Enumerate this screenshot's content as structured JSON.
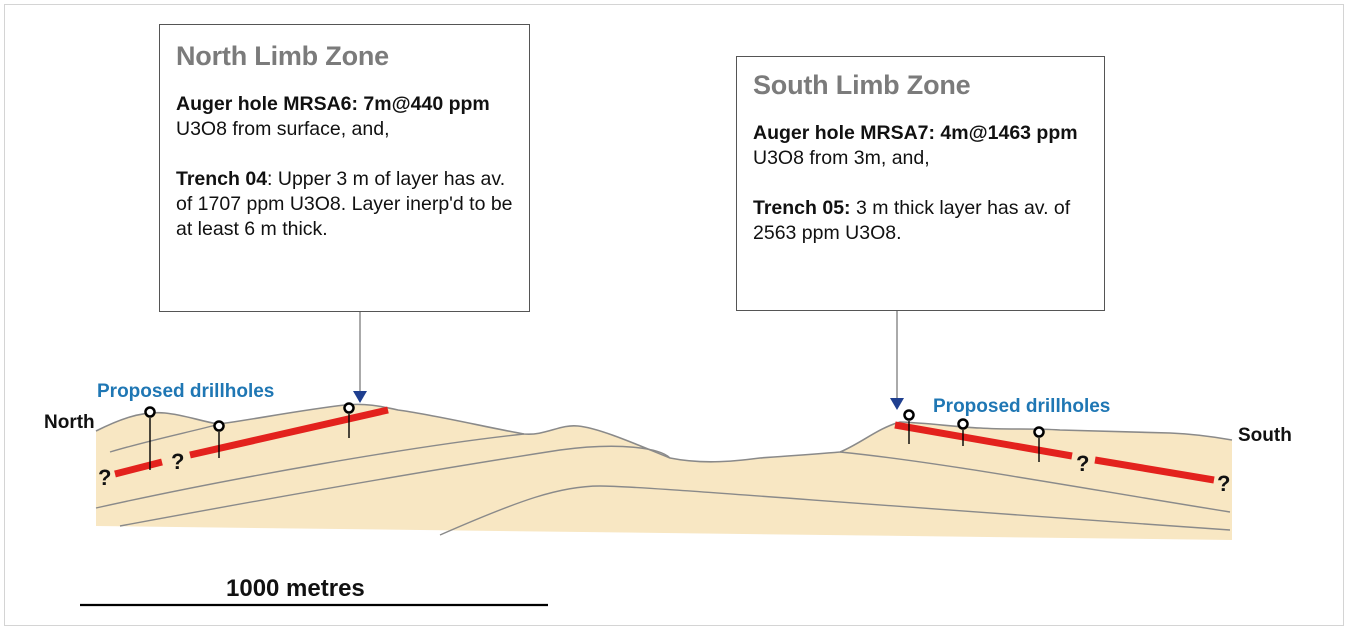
{
  "north_callout": {
    "title": "North Limb Zone",
    "auger_bold": "Auger hole MRSA6: 7m@440 ppm",
    "auger_rest": "U3O8 from surface, and,",
    "trench_bold": "Trench 04",
    "trench_rest": ": Upper 3 m of layer has av. of 1707 ppm U3O8. Layer inerp'd to be at least 6 m thick."
  },
  "south_callout": {
    "title": "South Limb Zone",
    "auger_bold": "Auger hole MRSA7: 4m@1463 ppm",
    "auger_rest": " U3O8 from 3m, and,",
    "trench_bold": "Trench 05:",
    "trench_rest": " 3 m thick layer has av. of 2563 ppm U3O8."
  },
  "labels": {
    "proposed_north": "Proposed drillholes",
    "proposed_south": "Proposed drillholes",
    "north": "North",
    "south": "South",
    "unknown": "?"
  },
  "scale_bar": {
    "label": "1000 metres"
  },
  "colors": {
    "ground": "#f8e7c3",
    "ore_layer": "#e3221d",
    "arrow": "#1f3f8f",
    "label_blue": "#1f77b4",
    "outline": "#8a8a8a"
  }
}
